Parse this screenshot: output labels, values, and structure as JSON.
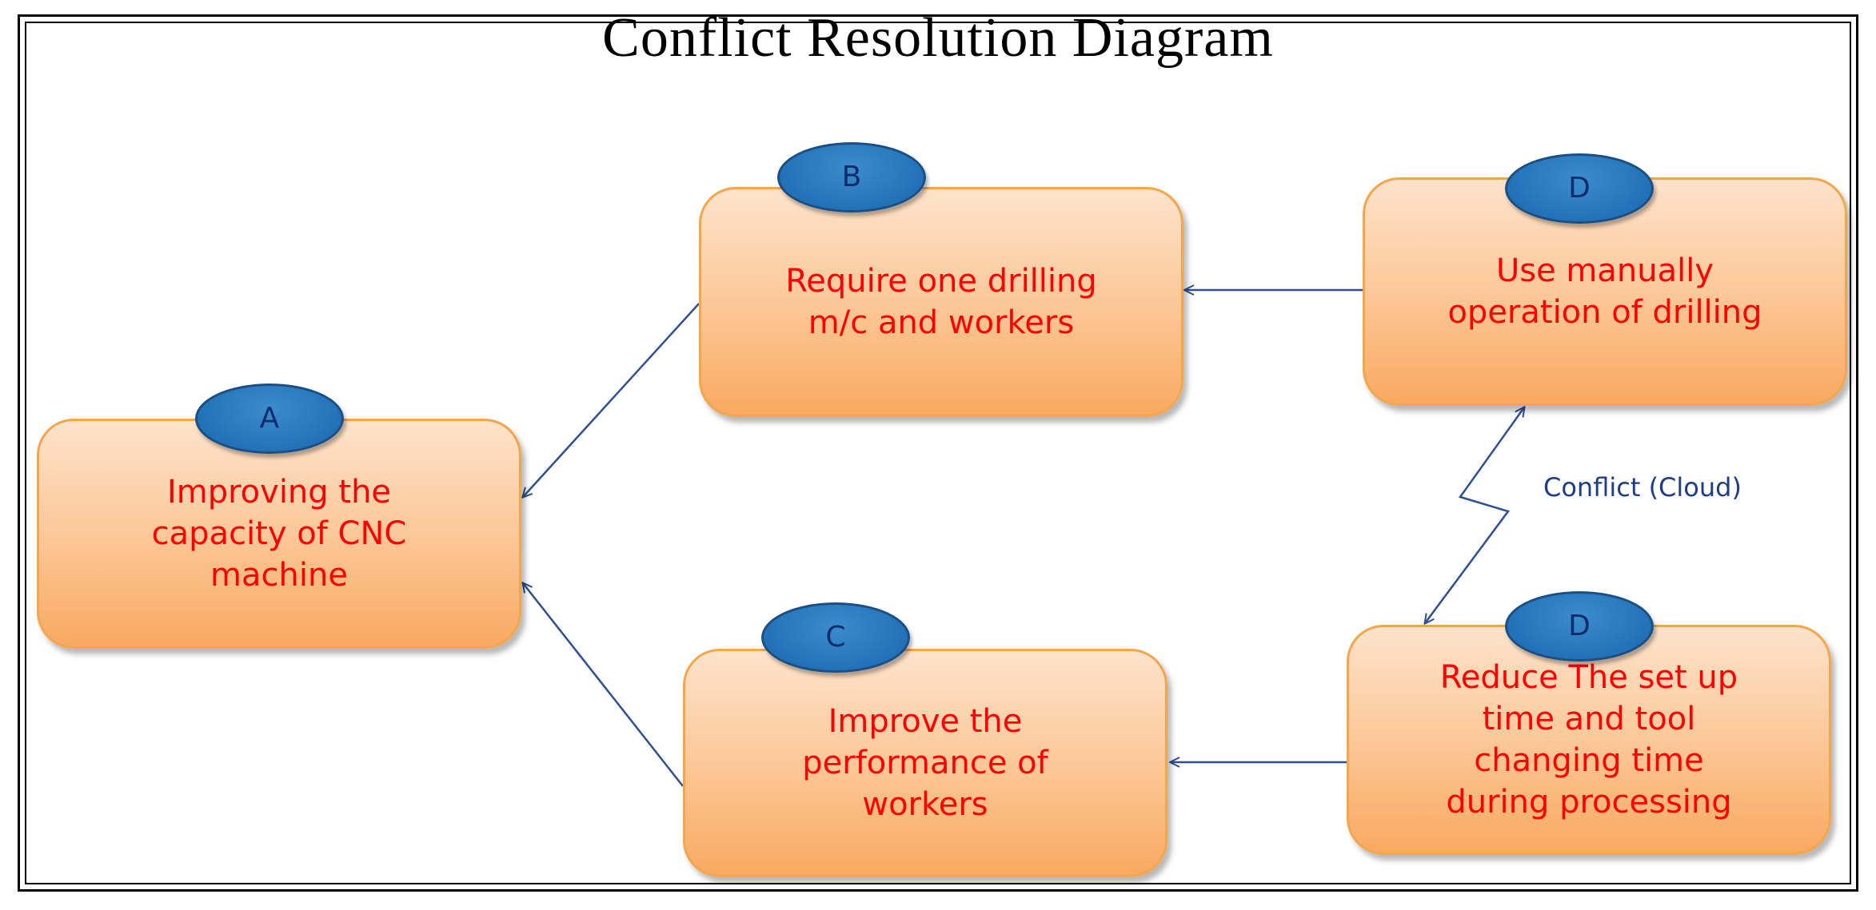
{
  "title": "Conflict Resolution Diagram",
  "nodes": {
    "a": {
      "badge": "A",
      "text": "Improving the\ncapacity of CNC\nmachine"
    },
    "b": {
      "badge": "B",
      "text": "Require one drilling\nm/c and workers"
    },
    "c": {
      "badge": "C",
      "text": "Improve the\nperformance of\nworkers"
    },
    "d1": {
      "badge": "D",
      "text": "Use manually\noperation of drilling"
    },
    "d2": {
      "badge": "D",
      "text": "Reduce The set up\ntime and tool\nchanging time\nduring processing"
    }
  },
  "conflict_label": "Conflict (Cloud)",
  "colors": {
    "box_border": "#f3a64b",
    "box_text": "#ff0000",
    "badge_fill": "#2372b8",
    "connector": "#2f4f8f"
  }
}
